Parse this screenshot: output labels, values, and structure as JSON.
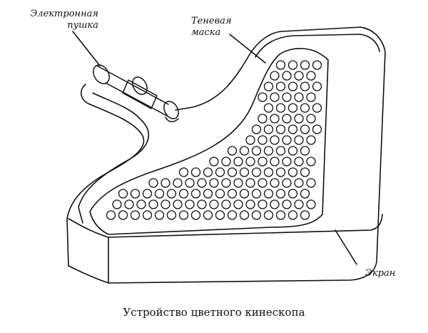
{
  "labels": {
    "gun_line1": "Электронная",
    "gun_line2": "пушка",
    "mask_line1": "Теневая",
    "mask_line2": "маска",
    "screen": "Экран"
  },
  "caption": "Устройство цветного кинескопа"
}
